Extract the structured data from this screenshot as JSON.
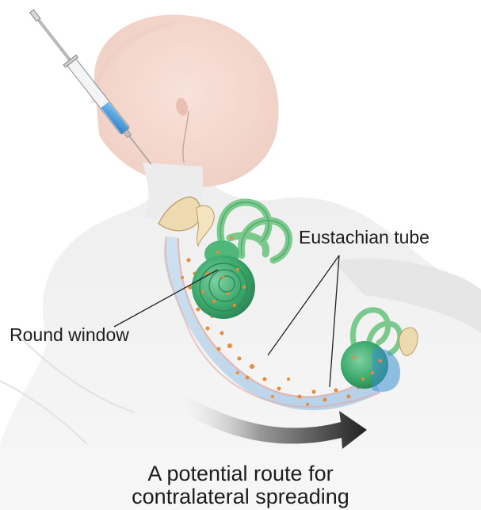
{
  "labels": {
    "eustachian_tube": "Eustachian tube",
    "round_window": "Round window",
    "caption_line1": "A potential route for",
    "caption_line2": "contralateral spreading"
  },
  "colors": {
    "body_silhouette": "#ececec",
    "head_skin": "#f4d8cf",
    "cochlea_green": "#3aa86a",
    "canal_green": "#7cc98d",
    "tube_blue": "#b9d5ea",
    "particle_orange": "#e98a3a",
    "ossicle_tan": "#eedab0",
    "syringe_fluid": "#3a8fd4",
    "arrow_dark": "#2a2a2a"
  },
  "icons": {
    "syringe": "syringe-icon",
    "arrow": "curved-arrow-icon"
  }
}
